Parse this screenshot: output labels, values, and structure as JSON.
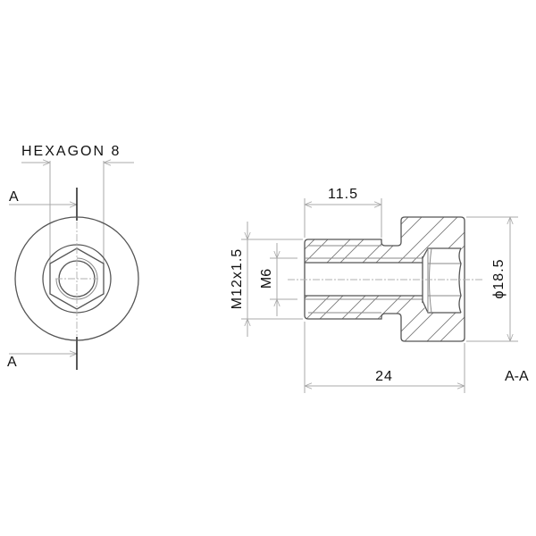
{
  "drawing": {
    "front_view": {
      "hexagon_label": "HEXAGON 8",
      "section_marker_top": "A",
      "section_marker_bottom": "A"
    },
    "section_view": {
      "title": "A-A",
      "dim_length_thread": "11.5",
      "dim_total_length": "24",
      "dim_outer_thread": "M12x1.5",
      "dim_inner_thread": "M6",
      "dim_diameter": "ϕ18.5"
    },
    "colors": {
      "object_line": "#555555",
      "dimension_line": "#a8a8a8",
      "text": "#111111",
      "background": "#ffffff"
    }
  }
}
